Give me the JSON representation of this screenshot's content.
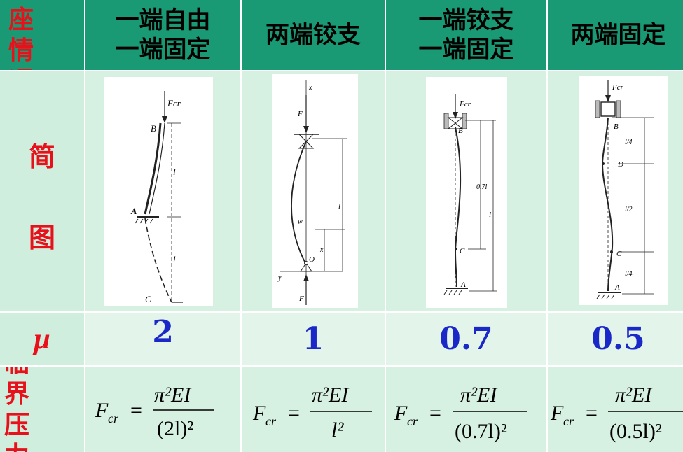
{
  "corner": {
    "line1": "支 座",
    "line2": "情 况"
  },
  "columns": [
    {
      "line1": "一端自由",
      "line2": "一端固定"
    },
    {
      "line1": "两端铰支",
      "line2": ""
    },
    {
      "line1": "一端铰支",
      "line2": "一端固定"
    },
    {
      "line1": "两端固定",
      "line2": ""
    }
  ],
  "row_labels": {
    "diagram_top": "简",
    "diagram_bottom": "图",
    "mu": "μ",
    "critical_line1": "临 界",
    "critical_line2": "压 力"
  },
  "mu_values": [
    "2",
    "1",
    "0.7",
    "0.5"
  ],
  "formulas": [
    {
      "lhs": "F",
      "sub": "cr",
      "num": "π²EI",
      "den": "(2l)²"
    },
    {
      "lhs": "F",
      "sub": "cr",
      "num": "π²EI",
      "den": "l²"
    },
    {
      "lhs": "F",
      "sub": "cr",
      "num": "π²EI",
      "den": "(0.7l)²"
    },
    {
      "lhs": "F",
      "sub": "cr",
      "num": "π²EI",
      "den": "(0.5l)²"
    }
  ],
  "diagram_labels": {
    "d1": {
      "force": "Fcr",
      "top": "B",
      "mid": "A",
      "bottom": "C",
      "len1": "l",
      "len2": "l"
    },
    "d2": {
      "force": "F",
      "force2": "F",
      "top_axis": "x",
      "bottom_axis": "y",
      "origin": "O",
      "len": "l",
      "defl": "w",
      "pos": "x"
    },
    "d3": {
      "force": "Fcr",
      "top": "B",
      "mid": "C",
      "bottom": "A",
      "len1": "0.7l",
      "len2": "l"
    },
    "d4": {
      "force": "Fcr",
      "top": "B",
      "mid1": "D",
      "mid2": "C",
      "bottom": "A",
      "q1": "l/4",
      "q2": "l/2",
      "q3": "l/4"
    }
  }
}
